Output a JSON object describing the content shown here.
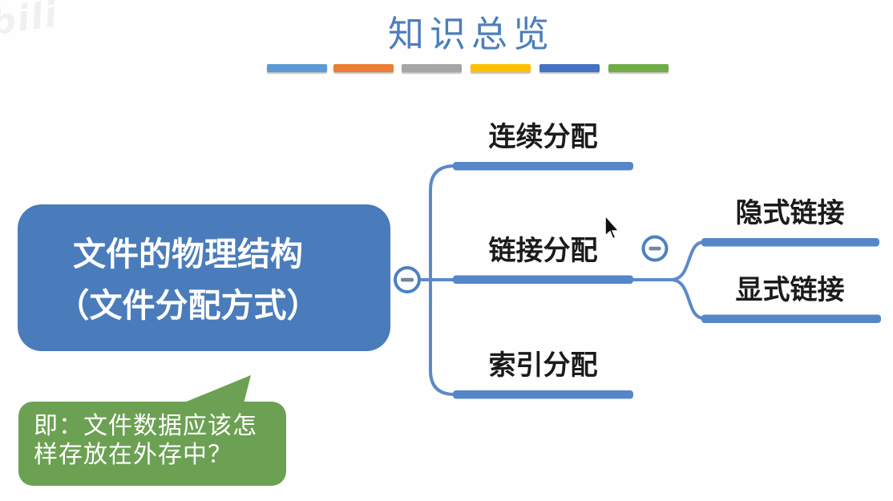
{
  "watermark_text": "bili",
  "header": {
    "title": "知识总览"
  },
  "decor_dash_colors": [
    "#5B9BD5",
    "#ED7D31",
    "#A5A5A5",
    "#FFC000",
    "#4472C4",
    "#70AD47"
  ],
  "mindmap": {
    "root": {
      "line1": "文件的物理结构",
      "line2": "（文件分配方式）",
      "fill": "#4A7CBB",
      "text_color": "#FFFFFF"
    },
    "branches": [
      {
        "label": "连续分配"
      },
      {
        "label": "链接分配",
        "children": [
          {
            "label": "隐式链接"
          },
          {
            "label": "显式链接"
          }
        ]
      },
      {
        "label": "索引分配"
      }
    ],
    "collapse_buttons": [
      {
        "icon": "minus",
        "attached_to": "root"
      },
      {
        "icon": "minus",
        "attached_to": "链接分配"
      }
    ],
    "line_color": "#5B8AC7",
    "underline_color": "#5587C8",
    "label_color": "#1B1B1B"
  },
  "note": {
    "line1": "即：文件数据应该怎",
    "line2": "样存放在外存中？",
    "fill": "#6CA153",
    "text_color": "#FFFFFF"
  },
  "cursor": {
    "type": "arrow"
  },
  "title_color": "#4B7EBD"
}
